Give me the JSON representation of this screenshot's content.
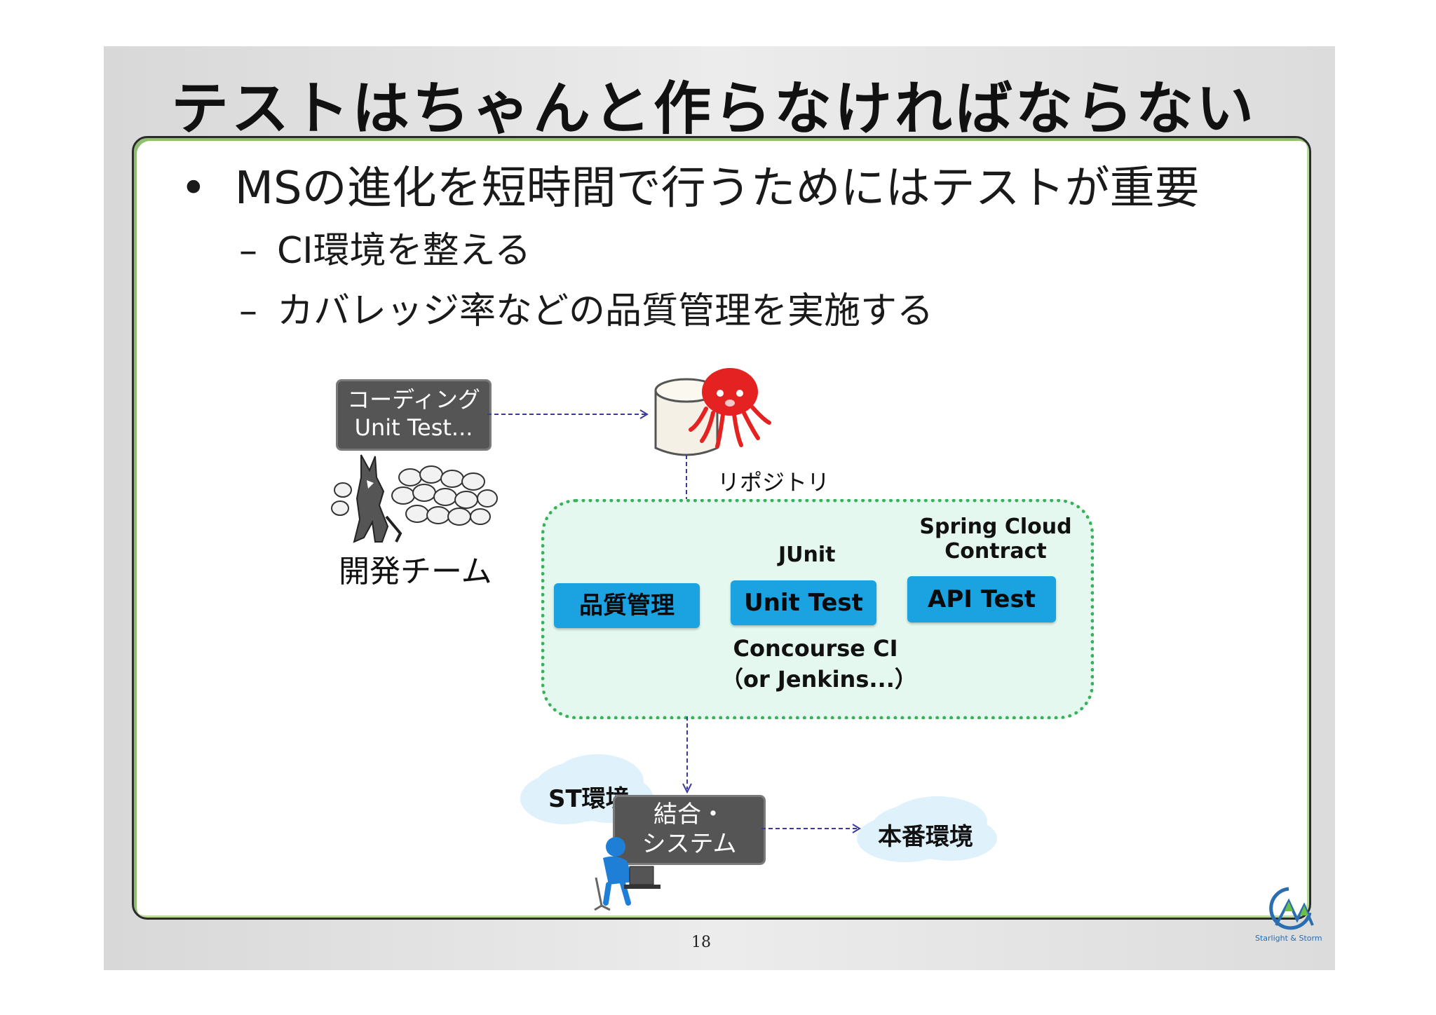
{
  "slide": {
    "title": "テストはちゃんと作らなければならない",
    "bullets": {
      "main": "MSの進化を短時間で行うためにはテストが重要",
      "sub1": "CI環境を整える",
      "sub2": "カバレッジ率などの品質管理を実施する"
    },
    "diagram": {
      "coding_line1": "コーディング",
      "coding_line2": "Unit Test...",
      "dev_team": "開発チーム",
      "repository": "リポジトリ",
      "junit": "JUnit",
      "spring_line1": "Spring Cloud",
      "spring_line2": "Contract",
      "btn_quality": "品質管理",
      "btn_unit": "Unit Test",
      "btn_api": "API Test",
      "ci_line1": "Concourse CI",
      "ci_line2": "（or Jenkins...）",
      "st_env": "ST環境",
      "integration_line1": "結合・",
      "integration_line2": "システム",
      "prod_env": "本番環境"
    },
    "page_number": "18",
    "logo_text": "Starlight & Storm"
  },
  "colors": {
    "accent_blue": "#1aa3e0",
    "ci_green": "#3bb05a",
    "box_gray": "#555555"
  }
}
